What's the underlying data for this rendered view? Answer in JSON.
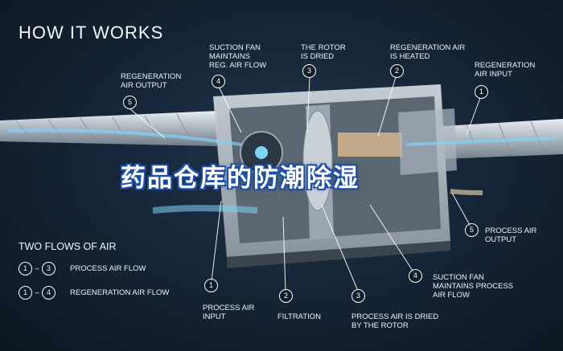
{
  "title": "HOW IT WORKS",
  "banner": "药品仓库的防潮除湿",
  "callouts": {
    "regen_output": {
      "num": "5",
      "text": "REGENERATION\nAIR OUTPUT"
    },
    "suction_regen": {
      "num": "4",
      "text": "SUCTION FAN\nMAINTAINS\nREG. AIR FLOW"
    },
    "rotor_dried": {
      "num": "3",
      "text": "THE ROTOR\nIS DRIED"
    },
    "regen_heated": {
      "num": "2",
      "text": "REGENERATION AIR\nIS HEATED"
    },
    "regen_input": {
      "num": "1",
      "text": "REGENERATION\nAIR INPUT"
    },
    "process_output": {
      "num": "5",
      "text": "PROCESS AIR\nOUTPUT"
    },
    "suction_process": {
      "num": "4",
      "text": "SUCTION FAN\nMAINTAINS PROCESS\nAIR FLOW"
    },
    "process_input": {
      "num": "1",
      "text": "PROCESS AIR\nINPUT"
    },
    "filtration": {
      "num": "2",
      "text": "FILTRATION"
    },
    "process_dried": {
      "num": "3",
      "text": "PROCESS AIR IS DRIED\nBY THE ROTOR"
    }
  },
  "legend": {
    "title": "TWO FLOWS OF AIR",
    "rows": [
      {
        "from": "1",
        "to": "3",
        "label": "PROCESS AIR FLOW"
      },
      {
        "from": "1",
        "to": "4",
        "label": "REGENERATION AIR FLOW"
      }
    ]
  },
  "colors": {
    "background": "#162638",
    "banner_outline": "#1d4fa6",
    "airflow": "#7fd3f5"
  }
}
